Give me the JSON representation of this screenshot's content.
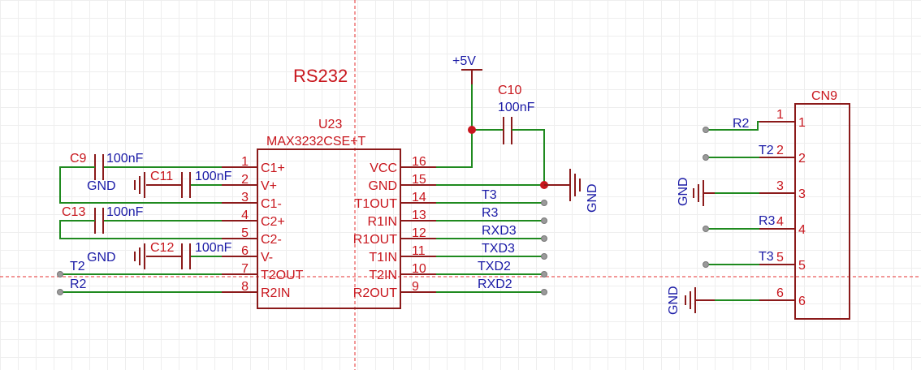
{
  "title": "RS232",
  "chip": {
    "designator": "U23",
    "part": "MAX3232CSE+T",
    "left_pins": [
      {
        "num": "1",
        "name": "C1+"
      },
      {
        "num": "2",
        "name": "V+"
      },
      {
        "num": "3",
        "name": "C1-"
      },
      {
        "num": "4",
        "name": "C2+"
      },
      {
        "num": "5",
        "name": "C2-"
      },
      {
        "num": "6",
        "name": "V-"
      },
      {
        "num": "7",
        "name": "T2OUT"
      },
      {
        "num": "8",
        "name": "R2IN"
      }
    ],
    "right_pins": [
      {
        "num": "16",
        "name": "VCC"
      },
      {
        "num": "15",
        "name": "GND"
      },
      {
        "num": "14",
        "name": "T1OUT"
      },
      {
        "num": "13",
        "name": "R1IN"
      },
      {
        "num": "12",
        "name": "R1OUT"
      },
      {
        "num": "11",
        "name": "T1IN"
      },
      {
        "num": "10",
        "name": "T2IN"
      },
      {
        "num": "9",
        "name": "R2OUT"
      }
    ],
    "right_nets": [
      "T3",
      "R3",
      "RXD3",
      "TXD3",
      "TXD2",
      "RXD2"
    ],
    "left_nets": [
      "T2",
      "R2"
    ]
  },
  "caps": {
    "c9": {
      "ref": "C9",
      "value": "100nF"
    },
    "c11": {
      "ref": "C11",
      "value": "100nF"
    },
    "c13": {
      "ref": "C13",
      "value": "100nF"
    },
    "c12": {
      "ref": "C12",
      "value": "100nF"
    },
    "c10": {
      "ref": "C10",
      "value": "100nF"
    }
  },
  "power": {
    "vcc": "+5V",
    "gnd": "GND"
  },
  "connector": {
    "ref": "CN9",
    "pins": [
      {
        "num": "1",
        "net": "R2"
      },
      {
        "num": "2",
        "net": "T2"
      },
      {
        "num": "3",
        "net": "GND"
      },
      {
        "num": "4",
        "net": "R3"
      },
      {
        "num": "5",
        "net": "T3"
      },
      {
        "num": "6",
        "net": "GND"
      }
    ]
  },
  "colors": {
    "symbol": "#c8161d",
    "net": "#1a1aa6",
    "wire": "#1f8a1f",
    "outline": "#8b1a1a"
  }
}
